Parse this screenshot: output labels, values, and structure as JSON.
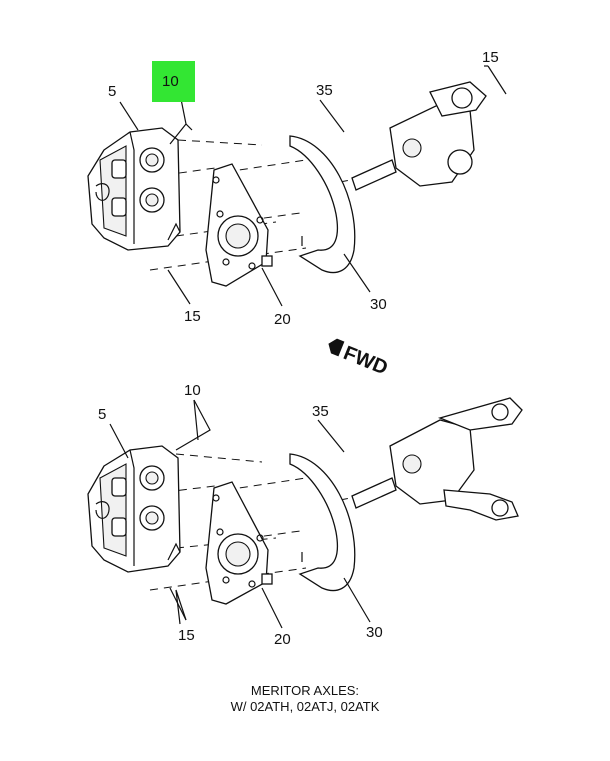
{
  "callouts": {
    "upper": {
      "c5": "5",
      "c10": "10",
      "c15_top": "15",
      "c35": "35",
      "c15_bottom": "15",
      "c20": "20",
      "c30": "30"
    },
    "lower": {
      "c5": "5",
      "c10": "10",
      "c35": "35",
      "c15": "15",
      "c20": "20",
      "c30": "30"
    }
  },
  "highlight": {
    "color": "#33e633",
    "label": "10"
  },
  "fwd_marker": {
    "text": "FWD",
    "icon": "forward-arrow-icon"
  },
  "caption": {
    "line1": "MERITOR AXLES:",
    "line2": "W/ 02ATH, 02ATJ, 02ATK"
  }
}
